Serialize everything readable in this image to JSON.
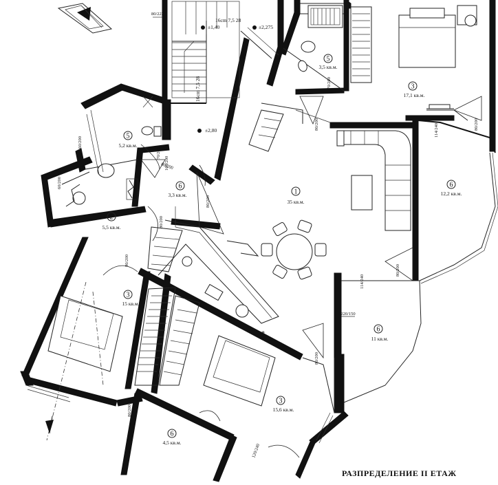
{
  "title": "РАЗПРЕДЕЛЕНИЕ  II ЕТАЖ",
  "rooms": [
    {
      "id": "living",
      "num": "1",
      "area": "35 кв.м."
    },
    {
      "id": "hall-left",
      "num": "2",
      "area": "5,5 кв.м."
    },
    {
      "id": "bedroom-left",
      "num": "3",
      "area": "15 кв.м."
    },
    {
      "id": "bedroom-top-right",
      "num": "3",
      "area": "17,1 кв.м."
    },
    {
      "id": "bedroom-bottom",
      "num": "3",
      "area": "15,6 кв.м."
    },
    {
      "id": "bath-left",
      "num": "5",
      "area": "5,2 кв.м."
    },
    {
      "id": "bath-top",
      "num": "5",
      "area": "3,5 кв.м."
    },
    {
      "id": "corridor",
      "num": "6",
      "area": "3,3 кв.м."
    },
    {
      "id": "terrace-right",
      "num": "6",
      "area": "12,2 кв.м."
    },
    {
      "id": "terrace-bottom-right",
      "num": "6",
      "area": "11 кв.м."
    },
    {
      "id": "terrace-bottom",
      "num": "6",
      "area": "4,5 кв.м."
    }
  ],
  "levels": [
    "±2,80",
    "±1,40",
    "±2,275"
  ],
  "stair_labels": [
    "16cm 7,5 28",
    "16cm 7,5 28"
  ],
  "door_dims": [
    "80/223",
    "80/200",
    "80/200",
    "80/200",
    "80/200",
    "80/200",
    "80/200",
    "80/200",
    "80/200",
    "80/200",
    "70/200",
    "70/200",
    "100/200",
    "114/240",
    "114/240",
    "220/150",
    "120/240",
    "60/200",
    "60/200"
  ],
  "marker": "*"
}
